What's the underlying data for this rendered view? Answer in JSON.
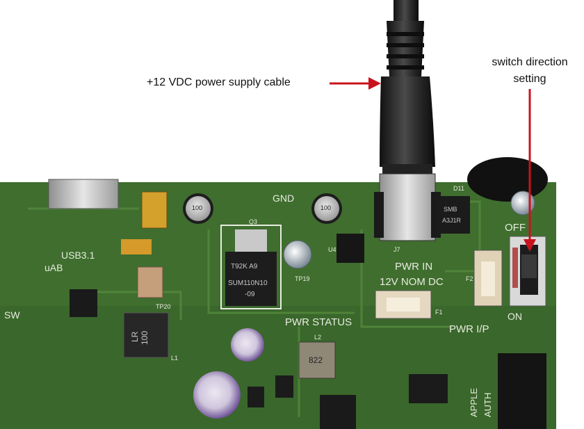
{
  "annotations": {
    "cable_label": "+12 VDC power supply cable",
    "switch_label_line1": "switch direction",
    "switch_label_line2": "setting",
    "arrow_color": "#c8141e"
  },
  "board": {
    "silk": {
      "gnd": "GND",
      "usb": "USB3.1",
      "uab": "uAB",
      "sw": "SW",
      "pwr_in_1": "PWR IN",
      "pwr_in_2": "12V NOM DC",
      "pwr_status": "PWR STATUS",
      "pwr_ip": "PWR I/P",
      "off": "OFF",
      "on": "ON",
      "j7": "J7",
      "d11": "D11",
      "f1": "F1",
      "f2": "F2",
      "u4": "U4",
      "l1": "L1",
      "l2": "L2",
      "q3": "Q3",
      "apple": "APPLE",
      "auth": "AUTH",
      "tp19": "TP19",
      "tp20": "TP20"
    },
    "parts": {
      "cap_100_a": "100",
      "cap_100_b": "100",
      "inductor": "100",
      "inductor_lr": "LR",
      "mosfet_1": "T92K A9",
      "mosfet_2": "SUM110N10",
      "mosfet_3": "-09",
      "diode_1": "SMB",
      "diode_2": "A3J1R",
      "l2_value": "822"
    },
    "colors": {
      "pcb": "#3f6e2e",
      "pcb_dark": "#2f5722",
      "silk": "#e8ece0",
      "trace": "#4d7d38",
      "cable": "#2a2a2a"
    }
  }
}
